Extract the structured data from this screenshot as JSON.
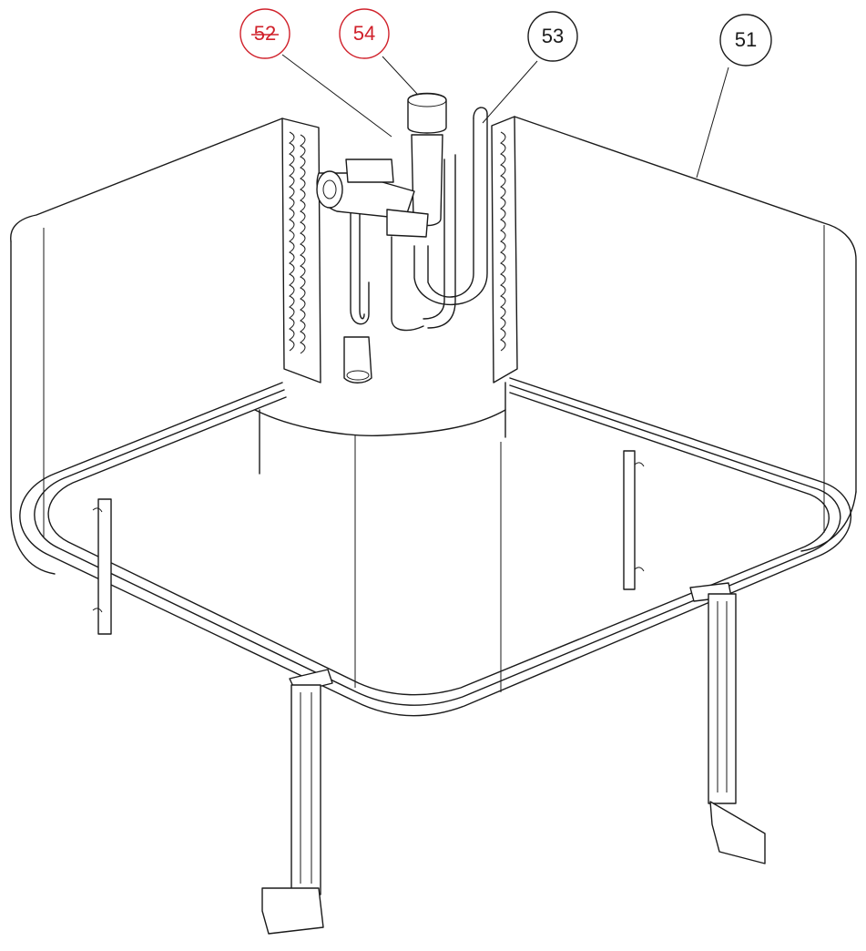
{
  "callouts": [
    {
      "id": "c52",
      "label": "52",
      "color": "#d0202a",
      "strike": true
    },
    {
      "id": "c54",
      "label": "54",
      "color": "#d0202a",
      "strike": false
    },
    {
      "id": "c53",
      "label": "53",
      "color": "#1a1a1a",
      "strike": false
    },
    {
      "id": "c51",
      "label": "51",
      "color": "#1a1a1a",
      "strike": false
    }
  ]
}
